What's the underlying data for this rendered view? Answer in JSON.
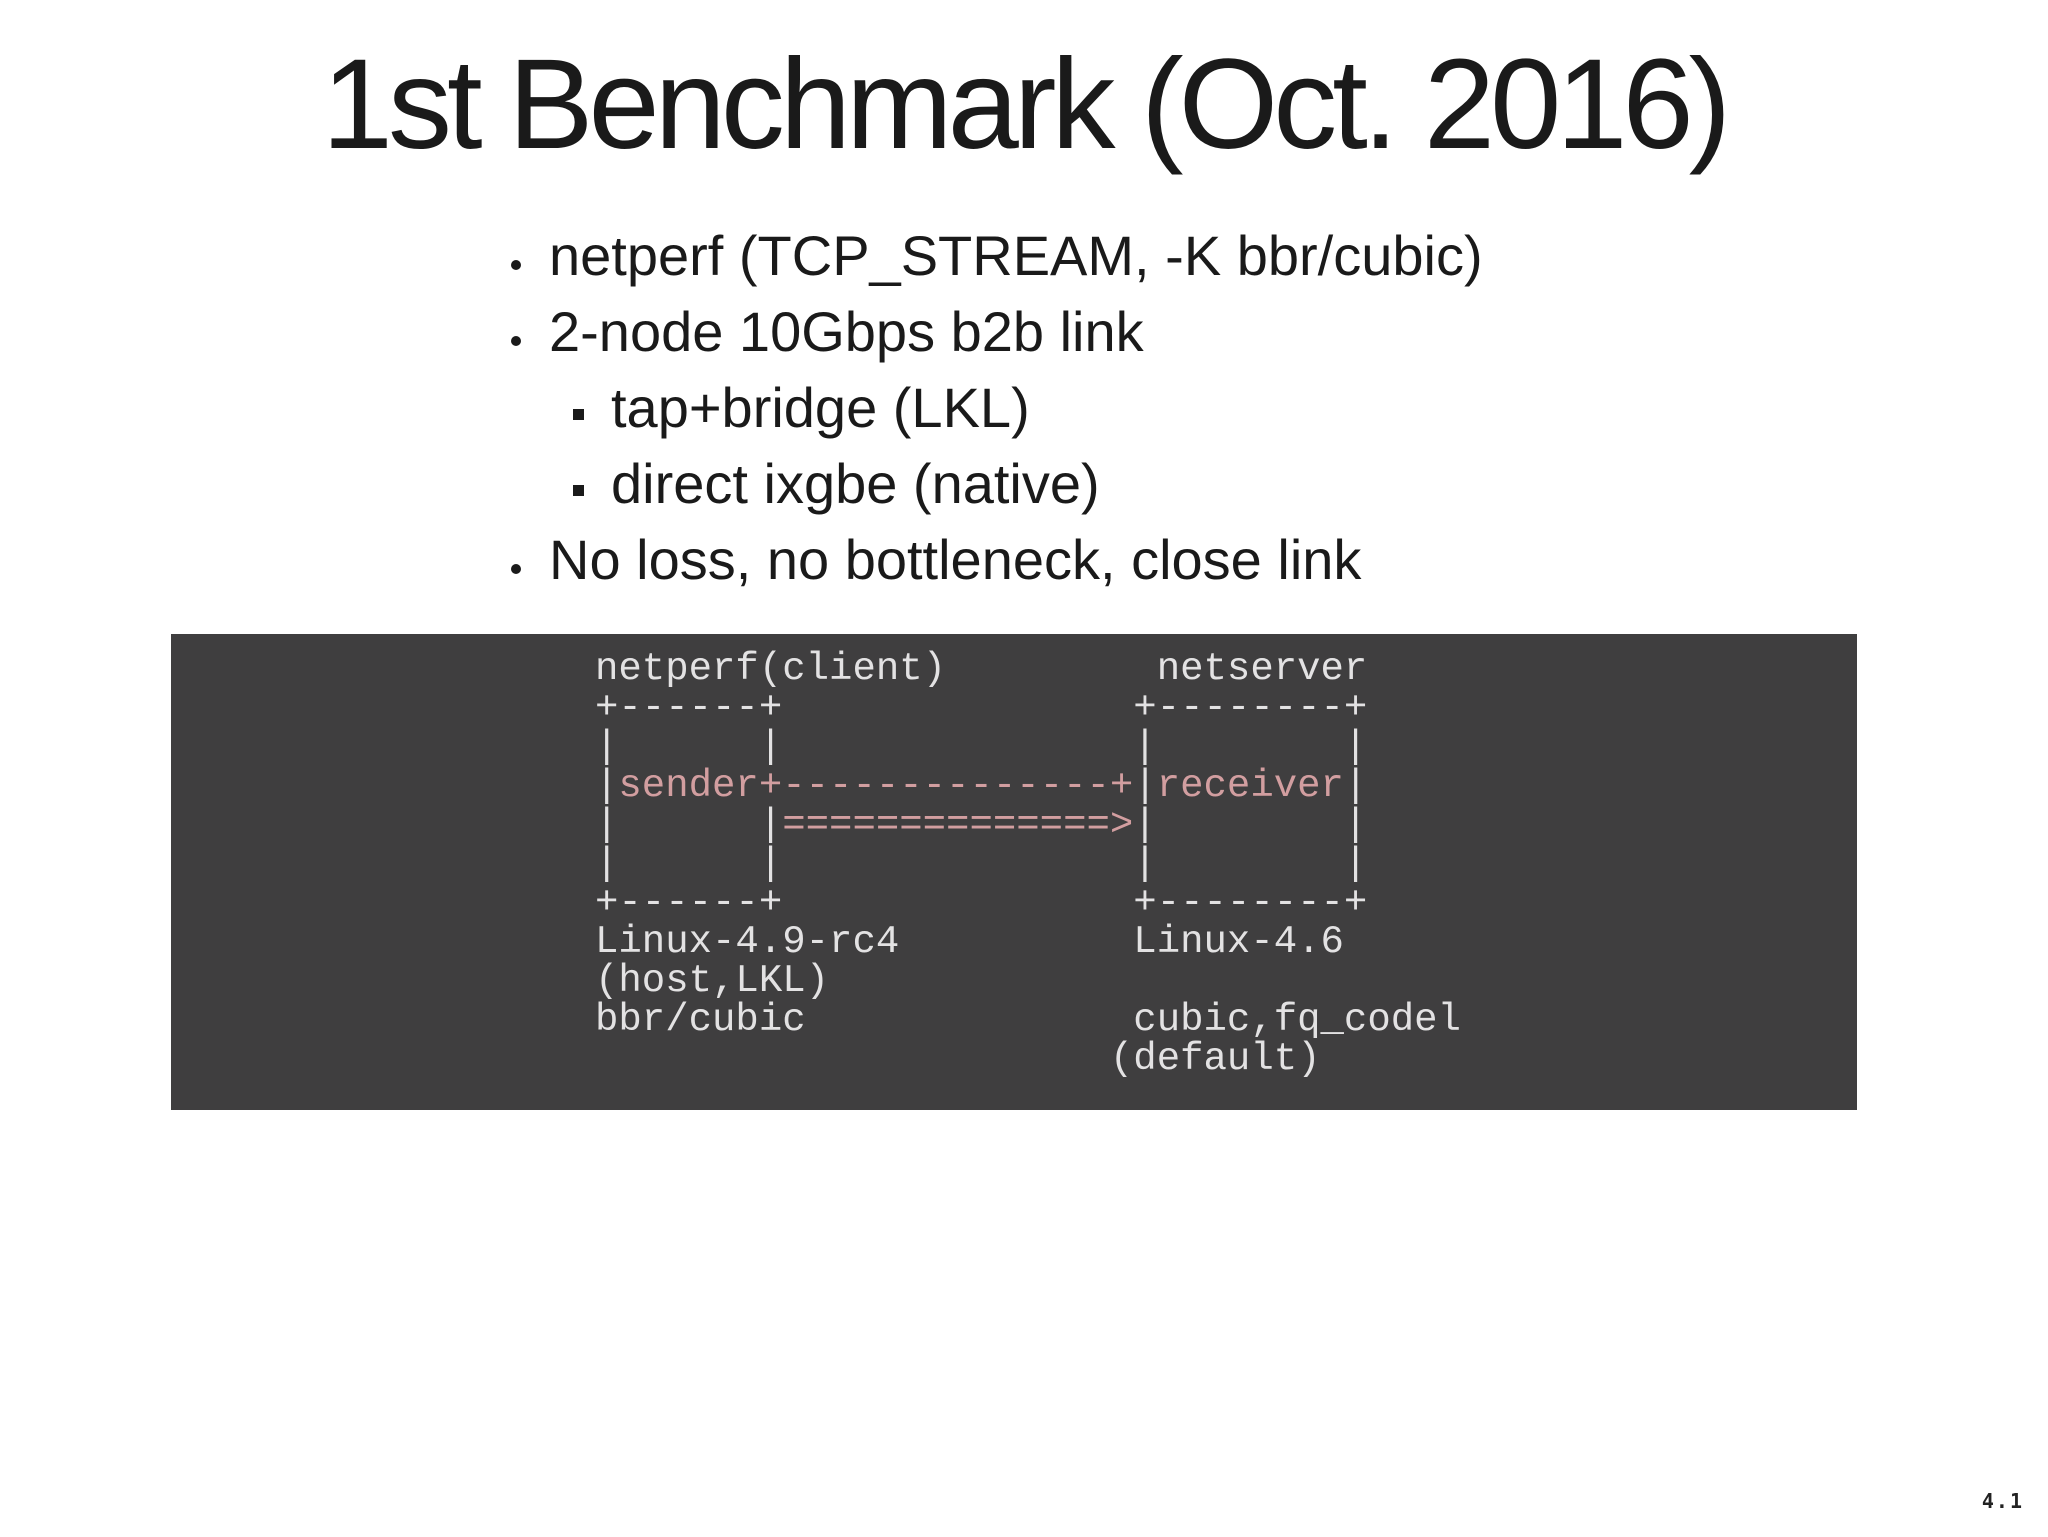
{
  "slide": {
    "title": "1st Benchmark (Oct. 2016)",
    "page_number": "4.1"
  },
  "bullets": [
    {
      "level": 1,
      "text": "netperf (TCP_STREAM, -K bbr/cubic)"
    },
    {
      "level": 1,
      "text": "2-node 10Gbps b2b link"
    },
    {
      "level": 2,
      "text": "tap+bridge (LKL)"
    },
    {
      "level": 2,
      "text": "direct ixgbe (native)"
    },
    {
      "level": 1,
      "text": "No loss, no bottleneck, close link"
    }
  ],
  "diagram": {
    "client_heading": "netperf(client)",
    "server_heading": "netserver",
    "left_box_top": "+------+",
    "right_box_top": "+--------+",
    "left_box_bottom": "+------+",
    "right_box_bottom": "+--------+",
    "sender_label": "sender",
    "receiver_label": "receiver",
    "link_line": "+--------------+",
    "arrow_line": "==============>",
    "client_kernel": "Linux-4.9-rc4",
    "client_mode": "(host,LKL)",
    "client_cc": "bbr/cubic",
    "server_kernel": "Linux-4.6",
    "server_cc": "cubic,fq_codel",
    "server_note": "(default)"
  }
}
